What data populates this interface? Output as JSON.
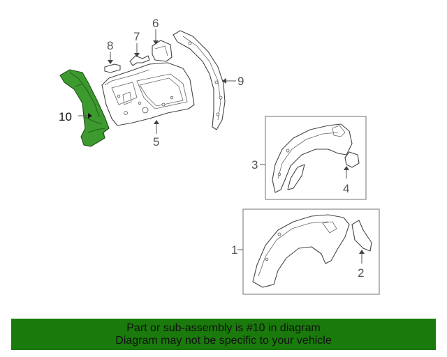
{
  "callouts": {
    "c1": "1",
    "c2": "2",
    "c3": "3",
    "c4": "4",
    "c5": "5",
    "c6": "6",
    "c7": "7",
    "c8": "8",
    "c9": "9",
    "c10": "10"
  },
  "highlight_color": "#3d9a2e",
  "banner": {
    "line1": "Part or sub-assembly is #10 in diagram",
    "line2": "Diagram may not be specific to your vehicle",
    "background": "#1a7a0c"
  }
}
